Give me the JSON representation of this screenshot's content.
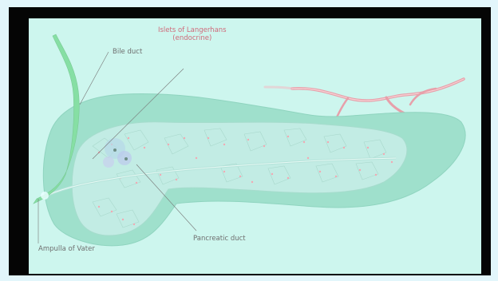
{
  "labels": {
    "bile_duct": "Bile duct",
    "islets_line1": "Islets of Langerhans",
    "islets_line2": "(endocrine)",
    "pancreatic_duct": "Pancreatic duct",
    "ampulla": "Ampulla of Vater"
  },
  "colors": {
    "background": "#e2f6fb",
    "frame": "#050505",
    "stage": "#cdf6ee",
    "pancreas_outer": "#9fe0cc",
    "lobule_area": "#c2ece4",
    "bile_duct": "#86dfa4",
    "islet_label": "#cf6a7a",
    "leader_line": "#777777",
    "vessel": "#e7a0aa"
  }
}
